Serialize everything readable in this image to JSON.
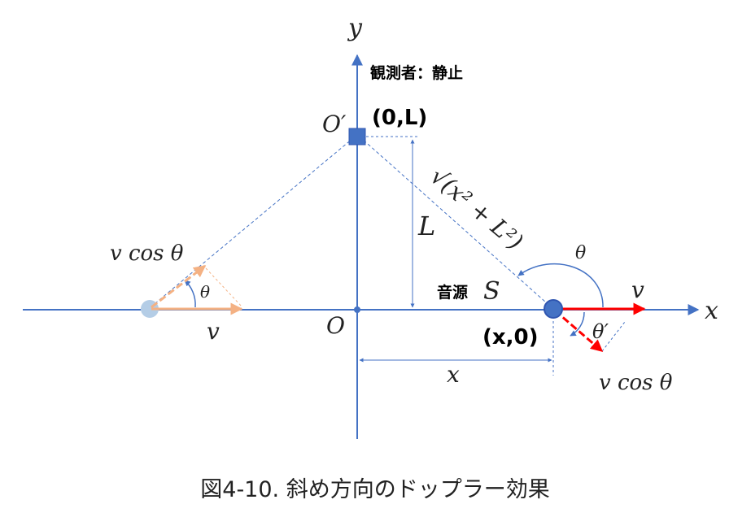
{
  "labels": {
    "axis_x": "x",
    "axis_y": "y",
    "origin": "O",
    "observer_point": "O′",
    "observer_coords": "(0,L)",
    "observer_caption": "観測者：静止",
    "length_L": "L",
    "distance": "√(x² + L²)",
    "source_caption": "音源",
    "source_symbol": "S",
    "source_coords": "(x,0)",
    "theta_top": "θ",
    "theta_prime": "θ′",
    "velocity_right": "v",
    "velocity_right_component": "v cos θ",
    "theta_left": "θ",
    "velocity_left": "v",
    "velocity_left_component": "v cos θ",
    "x_distance": "x"
  },
  "caption": "図4-10. 斜め方向のドップラー効果",
  "colors": {
    "axis": "#4472c4",
    "observer": "#4472c4",
    "source": "#2f55b0",
    "source_ghost": "#b4cde6",
    "velocity_main": "#ff0000",
    "velocity_ghost": "#f4b183",
    "dashed": "#4472c4"
  }
}
